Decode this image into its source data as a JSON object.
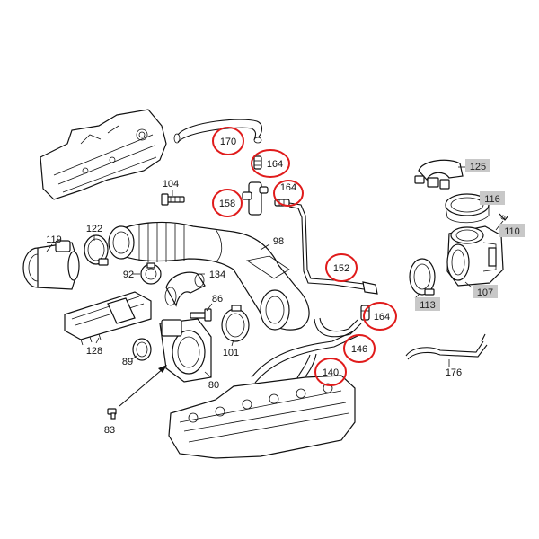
{
  "colors": {
    "highlight": "#e01b1b",
    "tag_background": "#c8c8c8",
    "ink": "#111111"
  },
  "labels": {
    "p170": "170",
    "p164a": "164",
    "p164b": "164",
    "p164c": "164",
    "p158": "158",
    "p152": "152",
    "p146": "146",
    "p140": "140",
    "p125": "125",
    "p116": "116",
    "p110": "110",
    "p107": "107",
    "p113": "113",
    "p176": "176",
    "p104": "104",
    "p119": "119",
    "p122": "122",
    "p98": "98",
    "p92": "92",
    "p134": "134",
    "p86": "86",
    "p128": "128",
    "p89": "89",
    "p101": "101",
    "p80": "80",
    "p83": "83"
  }
}
